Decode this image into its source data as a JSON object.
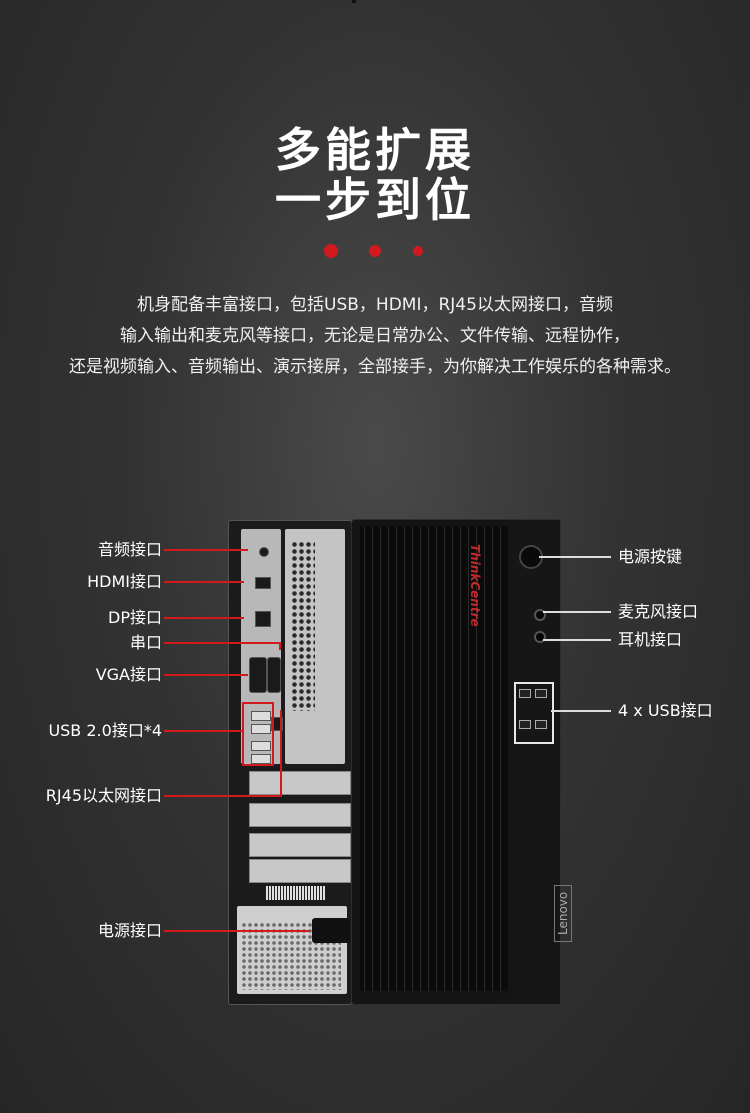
{
  "header": {
    "title_line1": "多能扩展",
    "title_line2": "一步到位",
    "dot_color": "#d2191e"
  },
  "description": {
    "line1": "机身配备丰富接口，包括USB，HDMI，RJ45以太网接口，音频",
    "line2": "输入输出和麦克风等接口，无论是日常办公、文件传输、远程协作，",
    "line3": "还是视频输入、音频输出、演示接屏，全部接手，为你解决工作娱乐的各种需求。"
  },
  "product": {
    "brand_side": "ThinkCentre",
    "brand_front": "Lenovo"
  },
  "rear_ports": {
    "audio": "音频接口",
    "hdmi": "HDMI接口",
    "dp": "DP接口",
    "serial": "串口",
    "vga": "VGA接口",
    "usb": "USB 2.0接口*4",
    "rj45": "RJ45以太网接口",
    "power": "电源接口"
  },
  "front_ports": {
    "power_button": "电源按键",
    "mic": "麦克风接口",
    "headphone": "耳机接口",
    "usb": "4 x USB接口"
  },
  "colors": {
    "accent": "#d2191e",
    "background": "#333333"
  }
}
